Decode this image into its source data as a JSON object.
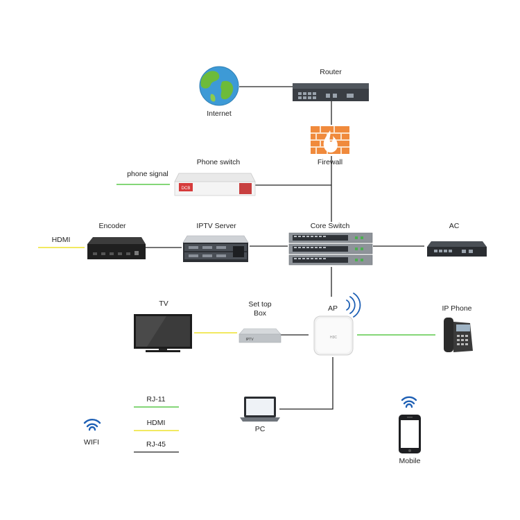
{
  "labels": {
    "router": "Router",
    "internet": "Internet",
    "firewall": "Firewall",
    "phone_switch": "Phone switch",
    "phone_signal": "phone signal",
    "encoder": "Encoder",
    "hdmi_in": "HDMI",
    "iptv_server": "IPTV Server",
    "core_switch": "Core Switch",
    "ac": "AC",
    "tv": "TV",
    "set_top_box_line1": "Set top",
    "set_top_box_line2": "Box",
    "ap": "AP",
    "ip_phone": "IP Phone",
    "pc": "PC",
    "mobile": "Mobile",
    "wifi": "WIFI"
  },
  "device_text": {
    "phone_switch_brand": "DCB",
    "ap_brand": "H3C",
    "set_top_box_brand": "IPTV"
  },
  "legend": {
    "items": [
      {
        "label": "RJ-11",
        "color": "#5cc94a"
      },
      {
        "label": "HDMI",
        "color": "#f0e64a"
      },
      {
        "label": "RJ-45",
        "color": "#222222"
      }
    ]
  },
  "colors": {
    "rj45": "#222222",
    "rj11": "#5cc94a",
    "hdmi": "#f0e64a",
    "wifi": "#1d5fb4"
  }
}
